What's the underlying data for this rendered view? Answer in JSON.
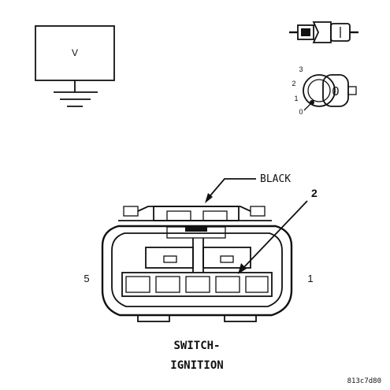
{
  "meter": {
    "label": "V"
  },
  "key_positions": [
    "3",
    "2",
    "1",
    "0"
  ],
  "key_symbol": "0",
  "connector": {
    "color_label": "BLACK",
    "callout_number": "2",
    "pin_left": "5",
    "pin_right": "1",
    "name_line1": "SWITCH-",
    "name_line2": "IGNITION"
  },
  "figure_code": "813c7d80"
}
